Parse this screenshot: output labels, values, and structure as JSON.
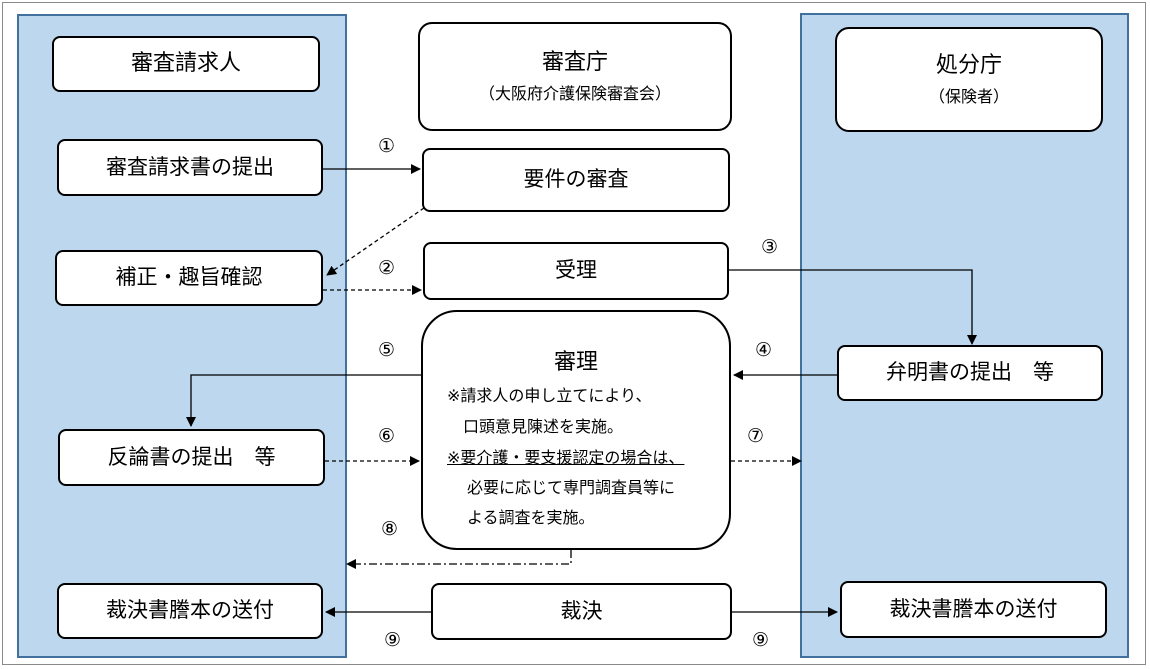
{
  "lanes": {
    "left": {
      "header": "審査請求人"
    },
    "center": {
      "header": "審査庁",
      "sub": "（大阪府介護保険審査会）"
    },
    "right": {
      "header": "処分庁",
      "sub": "（保険者）"
    }
  },
  "left_boxes": {
    "submit": "審査請求書の提出",
    "amend": "補正・趣旨確認",
    "rebuttal": "反論書の提出　等",
    "copy": "裁決書謄本の送付"
  },
  "center_boxes": {
    "review_req": "要件の審査",
    "accept": "受理",
    "decision": "裁決"
  },
  "right_boxes": {
    "explain": "弁明書の提出　等",
    "copy": "裁決書謄本の送付"
  },
  "shinri": {
    "title": "審理",
    "line1": "※請求人の申し立てにより、",
    "line2": "口頭意見陳述を実施。",
    "line3": "※要介護・要支援認定の場合は、",
    "line4": "必要に応じて専門調査員等に",
    "line5": "よる調査を実施。"
  },
  "steps": {
    "s1": "①",
    "s2": "②",
    "s3": "③",
    "s4": "④",
    "s5": "⑤",
    "s6": "⑥",
    "s7": "⑦",
    "s8": "⑧",
    "s9a": "⑨",
    "s9b": "⑨"
  }
}
